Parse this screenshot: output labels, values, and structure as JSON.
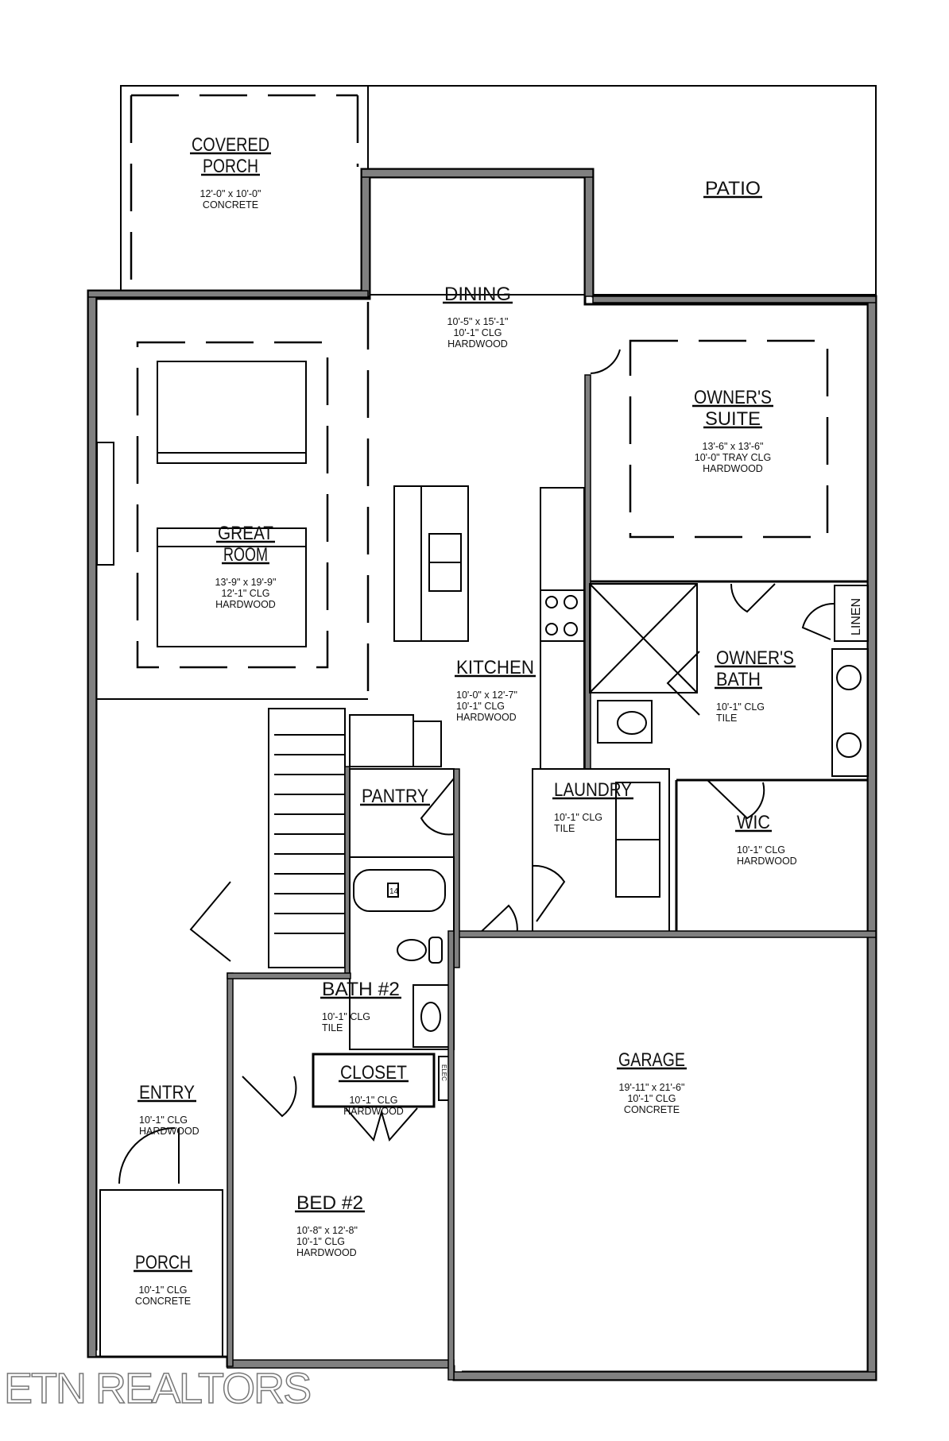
{
  "plan": {
    "rooms": {
      "covered_porch": {
        "name": [
          "COVERED",
          "PORCH"
        ],
        "details": [
          "12'-0\" x 10'-0\"",
          "CONCRETE"
        ]
      },
      "patio": {
        "name": [
          "PATIO"
        ],
        "details": []
      },
      "dining": {
        "name": [
          "DINING"
        ],
        "details": [
          "10'-5\" x 15'-1\"",
          "10'-1\" CLG",
          "HARDWOOD"
        ]
      },
      "owners_suite": {
        "name": [
          "OWNER'S",
          "SUITE"
        ],
        "details": [
          "13'-6\" x 13'-6\"",
          "10'-0\" TRAY CLG",
          "HARDWOOD"
        ]
      },
      "great_room": {
        "name": [
          "GREAT",
          "ROOM"
        ],
        "details": [
          "13'-9\" x 19'-9\"",
          "12'-1\" CLG",
          "HARDWOOD"
        ]
      },
      "kitchen": {
        "name": [
          "KITCHEN"
        ],
        "details": [
          "10'-0\" x 12'-7\"",
          "10'-1\" CLG",
          "HARDWOOD"
        ]
      },
      "owners_bath": {
        "name": [
          "OWNER'S",
          "BATH"
        ],
        "details": [
          "10'-1\" CLG",
          "TILE"
        ]
      },
      "linen": {
        "name": [
          "LINEN"
        ],
        "details": []
      },
      "pantry": {
        "name": [
          "PANTRY"
        ],
        "details": []
      },
      "laundry": {
        "name": [
          "LAUNDRY"
        ],
        "details": [
          "10'-1\" CLG",
          "TILE"
        ]
      },
      "wic": {
        "name": [
          "WIC"
        ],
        "details": [
          "10'-1\" CLG",
          "HARDWOOD"
        ]
      },
      "bath2": {
        "name": [
          "BATH #2"
        ],
        "details": [
          "10'-1\" CLG",
          "TILE"
        ]
      },
      "closet": {
        "name": [
          "CLOSET"
        ],
        "details": [
          "10'-1\" CLG",
          "HARDWOOD"
        ]
      },
      "entry": {
        "name": [
          "ENTRY"
        ],
        "details": [
          "10'-1\" CLG",
          "HARDWOOD"
        ]
      },
      "garage": {
        "name": [
          "GARAGE"
        ],
        "details": [
          "19'-11\" x 21'-6\"",
          "10'-1\" CLG",
          "CONCRETE"
        ]
      },
      "bed2": {
        "name": [
          "BED #2"
        ],
        "details": [
          "10'-8\" x 12'-8\"",
          "10'-1\" CLG",
          "HARDWOOD"
        ]
      },
      "porch": {
        "name": [
          "PORCH"
        ],
        "details": [
          "10'-1\" CLG",
          "CONCRETE"
        ]
      }
    },
    "fixtures": {
      "tub_label": "14",
      "elec_label": "ELEC"
    },
    "watermark": "ETN REALTORS",
    "colors": {
      "wall_fill": "#808080",
      "line": "#000000",
      "background": "#ffffff"
    }
  }
}
